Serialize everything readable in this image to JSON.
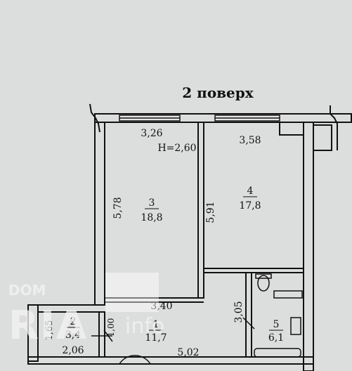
{
  "plan": {
    "floor_title": "2 поверх",
    "height_note": "H=2,60",
    "rooms": [
      {
        "number": "3",
        "area": "18,8"
      },
      {
        "number": "4",
        "area": "17,8"
      },
      {
        "number": "1",
        "area": "11,7"
      },
      {
        "number": "5",
        "area": "6,1"
      },
      {
        "number": "2",
        "area": "3,4"
      }
    ],
    "dimensions": {
      "room3_width": "3,26",
      "room3_length": "5,78",
      "room4_width": "3,58",
      "room4_length": "5,91",
      "hall_width": "3,40",
      "hall_length": "5,02",
      "bath_length": "3,05",
      "storage_width": "2,06",
      "storage_length": "1,65",
      "hall_side": "1,00"
    }
  },
  "watermark": {
    "line1": "DOM",
    "line2": "RIA",
    "line3": "info"
  }
}
